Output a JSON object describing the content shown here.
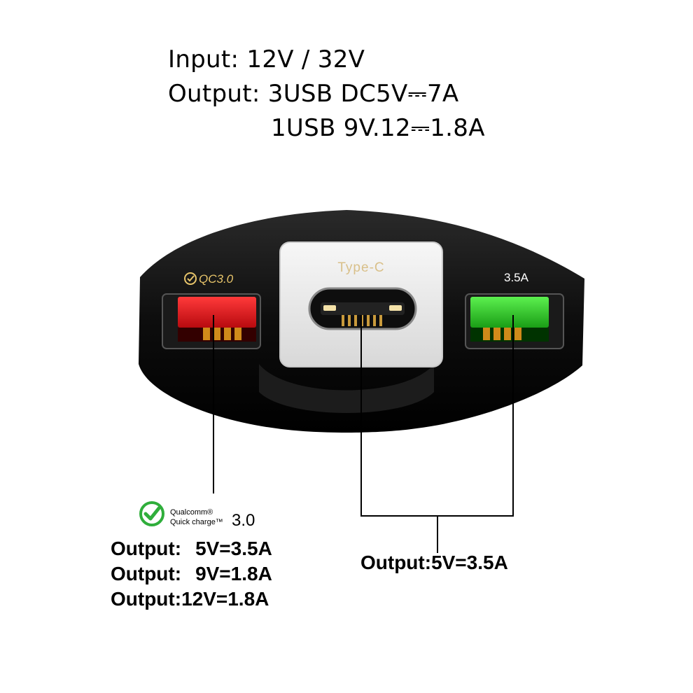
{
  "specs": {
    "input": "Input: 12V / 32V",
    "output_line1": "Output: 3USB DC5V",
    "output_line1_value": "7A",
    "output_line2": "1USB 9V.12",
    "output_line2_value": "1.8A",
    "dc_symbol": "⎓"
  },
  "charger": {
    "left_port_label": "QC3.0",
    "center_port_label": "Type-C",
    "right_port_label": "3.5A",
    "colors": {
      "body": "#111111",
      "left_port": "#e8141a",
      "right_port": "#2fd12a",
      "center_panel": "#ececec",
      "label_gold": "#d9c08a"
    }
  },
  "qualcomm": {
    "brand": "Qualcomm®",
    "product": "Quick charge™",
    "version": "3.0",
    "icon": "qc-check-icon",
    "icon_color": "#2fae3b"
  },
  "left_outputs": [
    {
      "label": "Output:",
      "value": "5V=3.5A"
    },
    {
      "label": "Output:",
      "value": "9V=1.8A"
    },
    {
      "label": "Output:",
      "value": "12V=1.8A"
    }
  ],
  "right_output": "Output:5V=3.5A"
}
